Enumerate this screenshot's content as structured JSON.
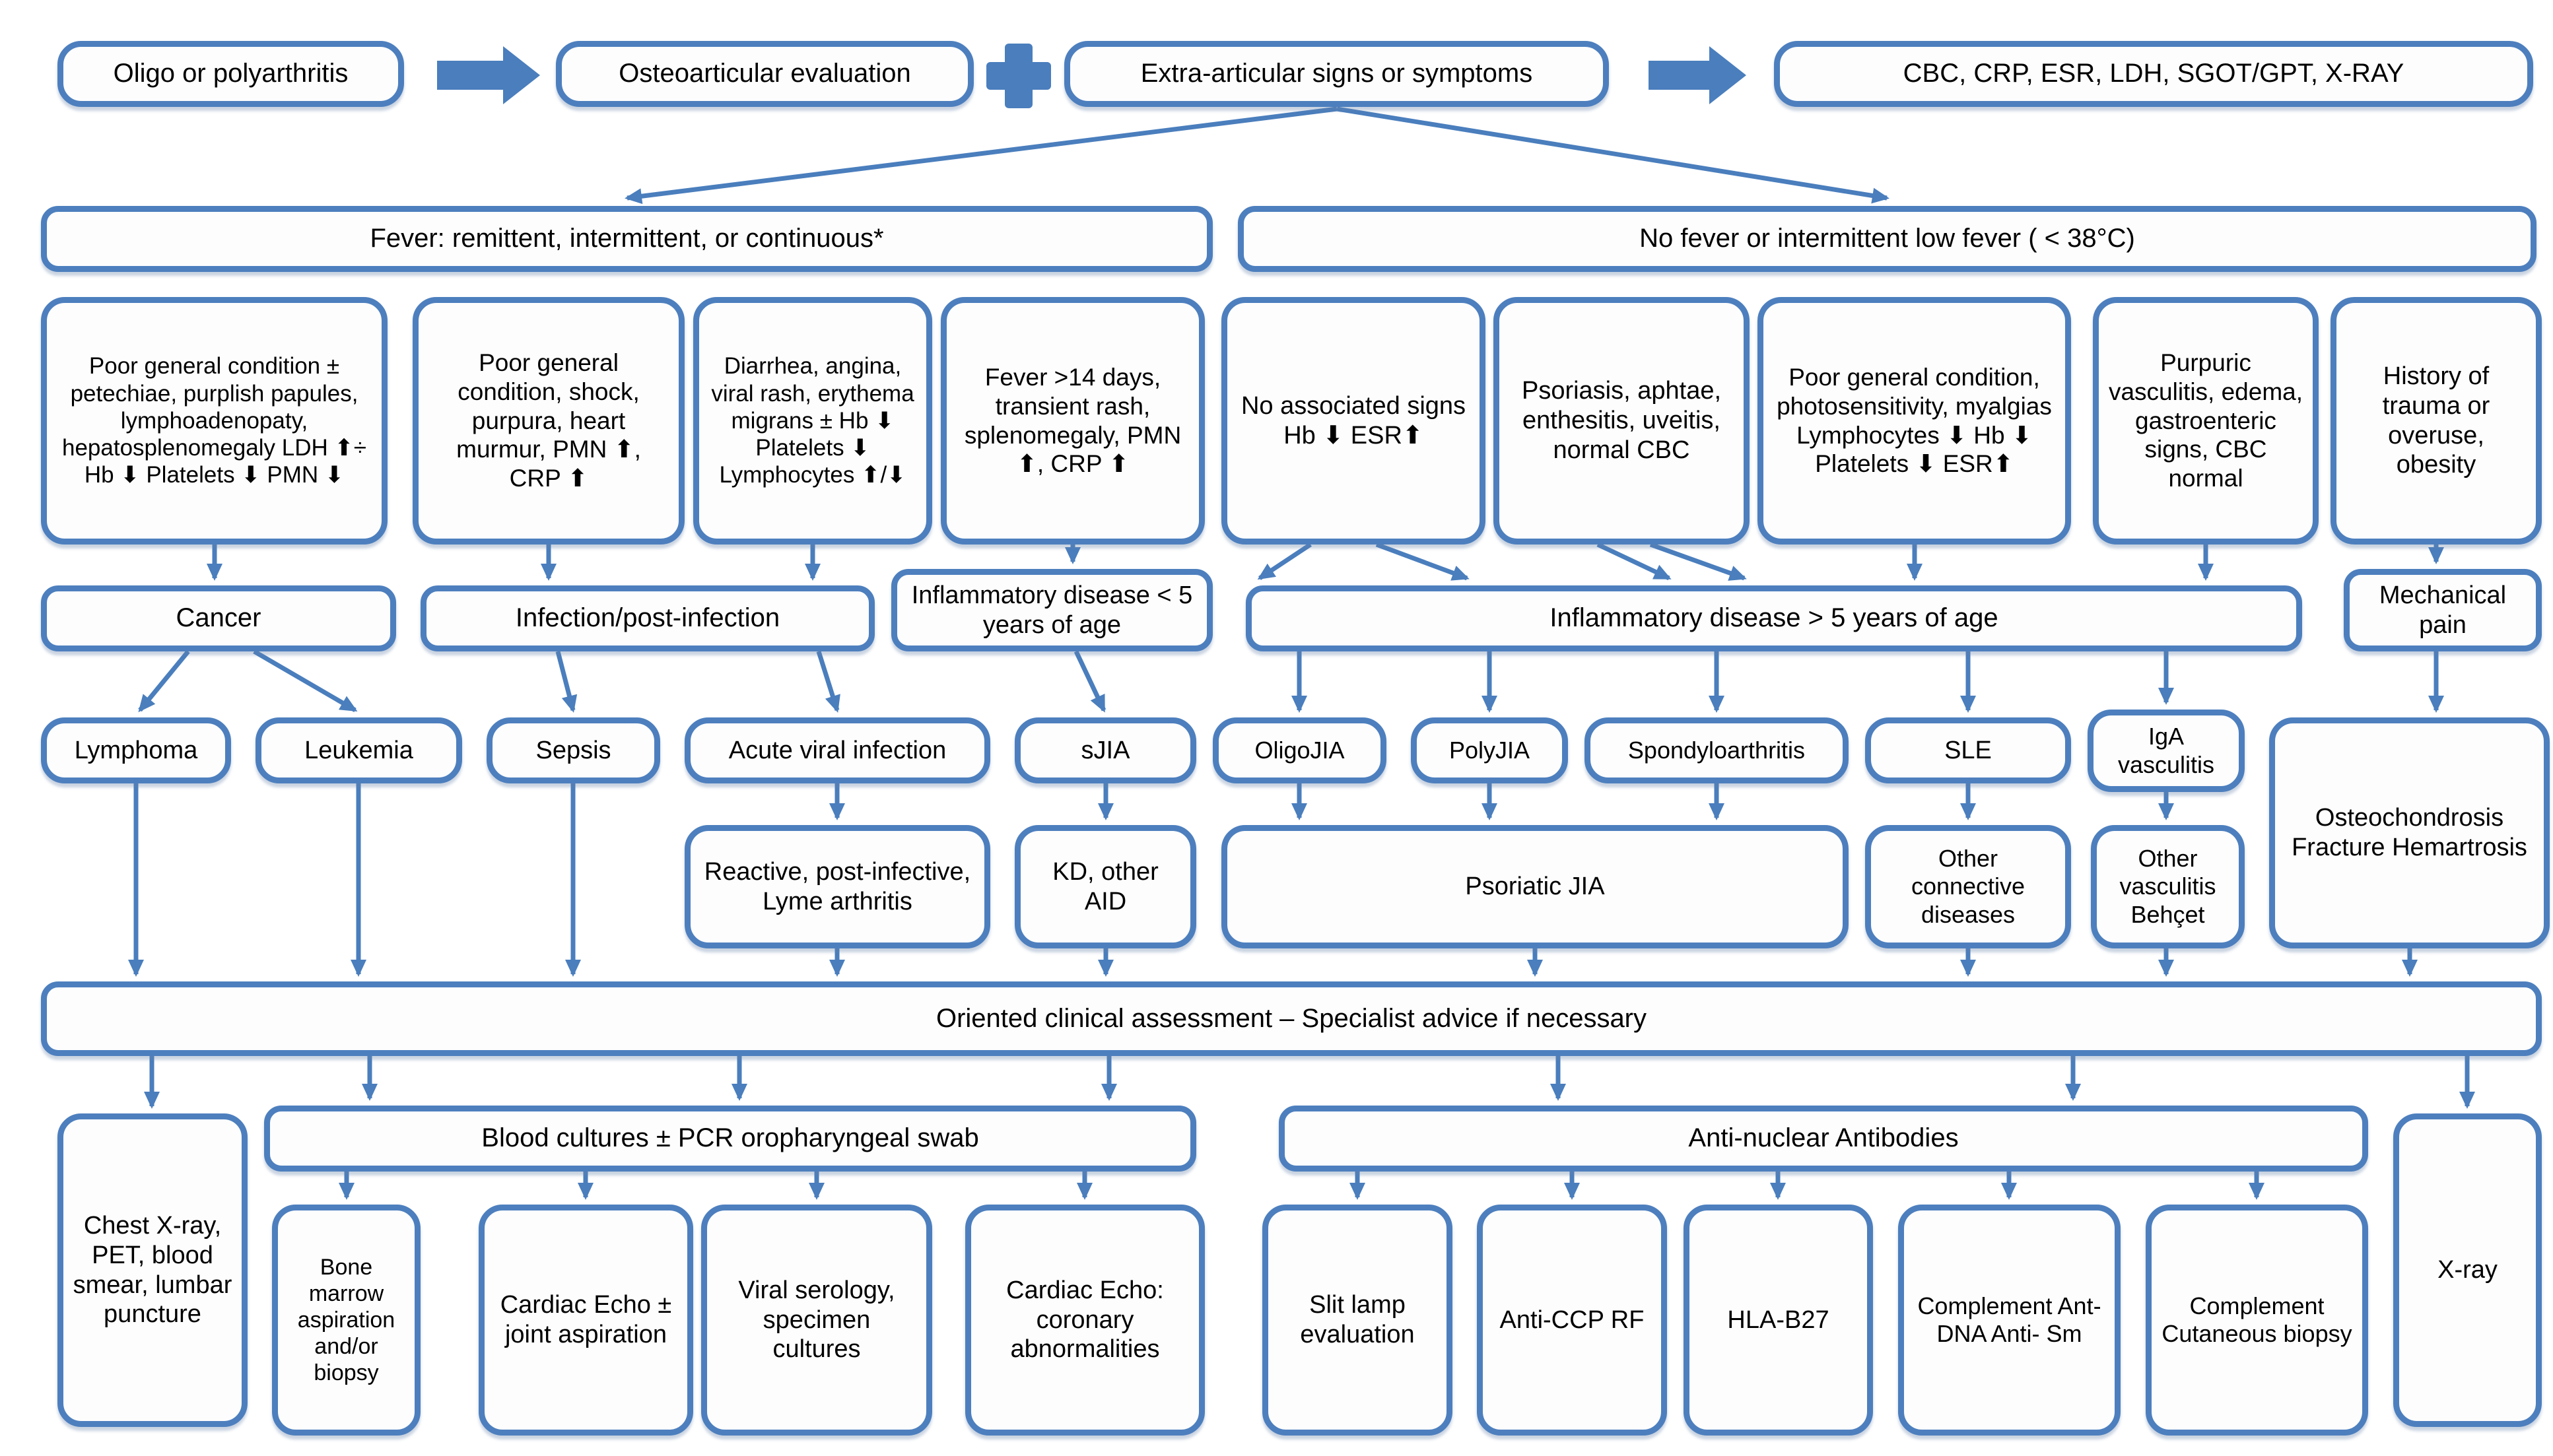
{
  "colors": {
    "box_border": "#4d7fbe",
    "connector": "#4a7ebd",
    "text": "#000000",
    "background": "#ffffff"
  },
  "nodes": {
    "oligo": "Oligo or polyarthritis",
    "osteo": "Osteoarticular evaluation",
    "extra": "Extra-articular signs or symptoms",
    "cbc": "CBC, CRP, ESR, LDH, SGOT/GPT, X-RAY",
    "fever": "Fever: remittent, intermittent, or continuous*",
    "no_fever": "No fever or intermittent low fever ( < 38°C)",
    "sym_cancer": "Poor general condition ± petechiae, purplish papules, lymphoadenopaty, hepatosplenomegaly LDH ⬆÷ Hb ⬇ Platelets ⬇ PMN ⬇",
    "sym_sepsis": "Poor general condition, shock, purpura, heart murmur, PMN ⬆, CRP ⬆",
    "sym_viral": "Diarrhea, angina, viral rash, erythema migrans ± Hb ⬇ Platelets ⬇ Lymphocytes ⬆/⬇",
    "sym_sjia": "Fever >14 days, transient rash, splenomegaly, PMN ⬆, CRP ⬆",
    "sym_no_signs": "No associated signs Hb ⬇ ESR⬆",
    "sym_psoriasis": "Psoriasis, aphtae, enthesitis, uveitis, normal CBC",
    "sym_sle": "Poor general condition, photosensitivity, myalgias Lymphocytes ⬇ Hb ⬇ Platelets ⬇ ESR⬆",
    "sym_purpuric": "Purpuric vasculitis, edema, gastroenteric signs, CBC normal",
    "sym_trauma": "History of trauma or overuse, obesity",
    "cancer": "Cancer",
    "infection": "Infection/post-infection",
    "inflam_lt5": "Inflammatory disease < 5 years of age",
    "inflam_gt5": "Inflammatory disease > 5 years of age",
    "mech_pain": "Mechanical pain",
    "lymphoma": "Lymphoma",
    "leukemia": "Leukemia",
    "sepsis": "Sepsis",
    "acute_viral": "Acute viral infection",
    "sjia": "sJIA",
    "oligojia": "OligoJIA",
    "polyjia": "PolyJIA",
    "spondylo": "Spondyloarthritis",
    "sle": "SLE",
    "iga_vasculitis": "IgA vasculitis",
    "osteochondrosis": "Osteochondrosis Fracture Hemartrosis",
    "reactive": "Reactive, post-infective, Lyme arthritis",
    "kd": "KD, other AID",
    "psoriatic": "Psoriatic JIA",
    "other_connective": "Other connective diseases",
    "other_vasculitis": "Other vasculitis Behçet",
    "oriented": "Oriented clinical assessment – Specialist advice if necessary",
    "chest": "Chest X-ray, PET, blood smear, lumbar puncture",
    "blood_cultures": "Blood cultures ± PCR oropharyngeal swab",
    "ana": "Anti-nuclear Antibodies",
    "xray_tall": "X-ray",
    "bone_marrow": "Bone marrow aspiration and/or biopsy",
    "cardiac_echo_joint": "Cardiac Echo ± joint aspiration",
    "viral_serology": "Viral serology, specimen cultures",
    "cardiac_echo_coronary": "Cardiac Echo: coronary abnormalities",
    "slit_lamp": "Slit lamp evaluation",
    "anti_ccp": "Anti-CCP RF",
    "hla_b27": "HLA-B27",
    "complement_dna": "Complement Ant-DNA Anti- Sm",
    "complement_biopsy": "Complement Cutaneous biopsy"
  }
}
